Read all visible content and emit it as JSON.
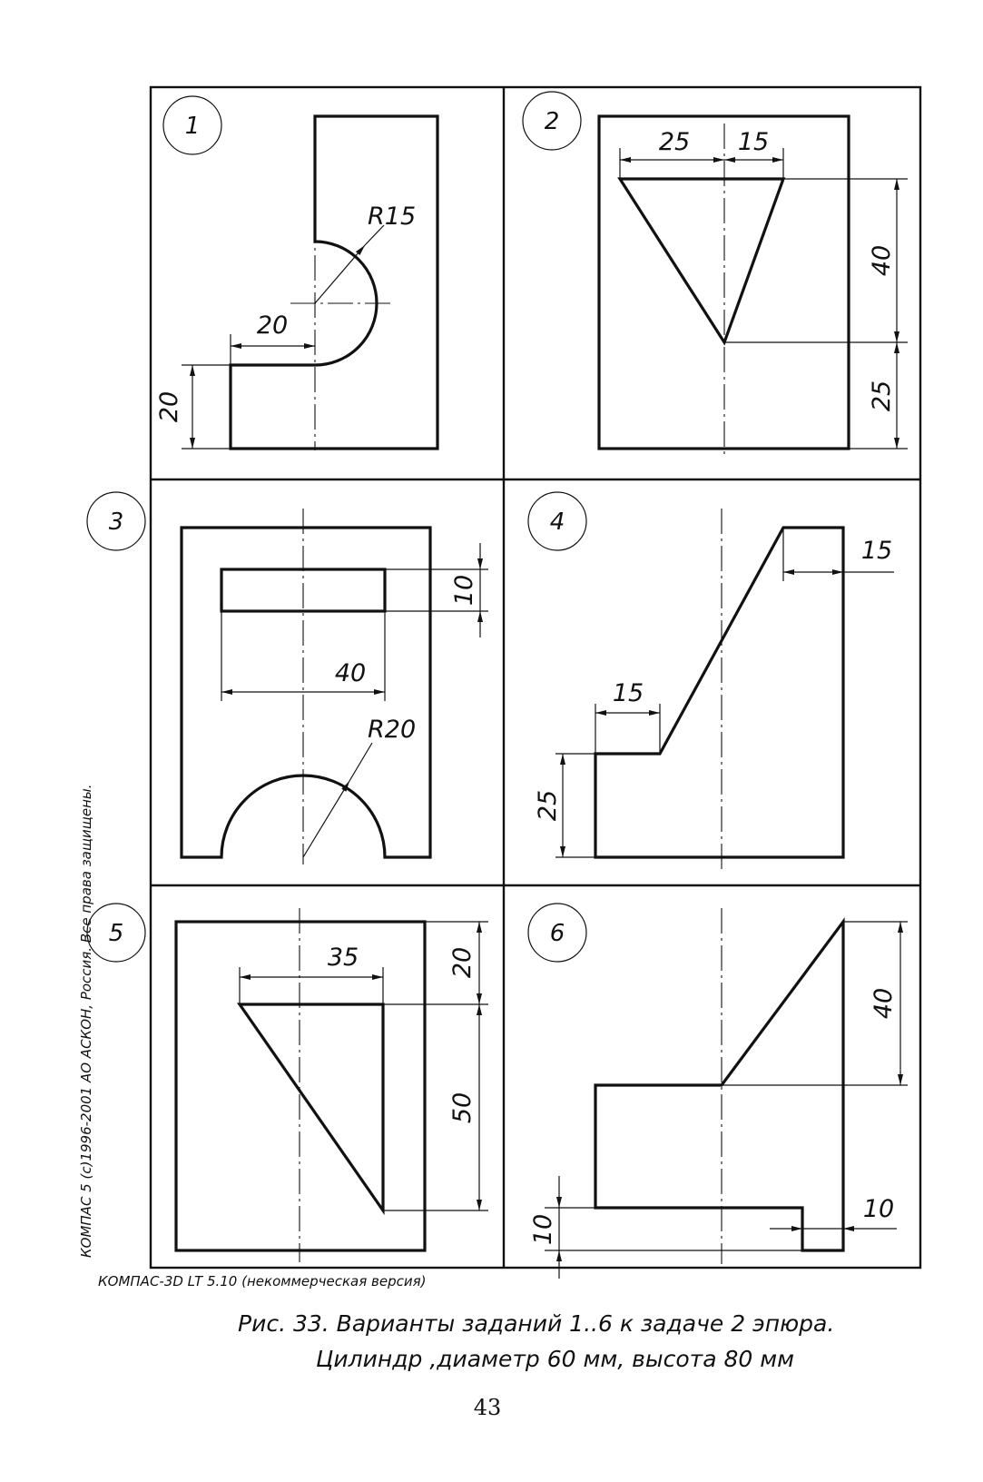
{
  "variants": [
    {
      "number": "1",
      "dims": [
        "R15",
        "20",
        "20"
      ]
    },
    {
      "number": "2",
      "dims": [
        "25",
        "15",
        "40",
        "25"
      ]
    },
    {
      "number": "3",
      "dims": [
        "10",
        "40",
        "R20"
      ]
    },
    {
      "number": "4",
      "dims": [
        "15",
        "15",
        "25"
      ]
    },
    {
      "number": "5",
      "dims": [
        "35",
        "20",
        "50"
      ]
    },
    {
      "number": "6",
      "dims": [
        "40",
        "10",
        "10"
      ]
    }
  ],
  "side_notes": {
    "copyright": "КОМПАС 5 (с)1996-2001 АО АСКОН, Россия. Все права защищены.",
    "version": "КОМПАС-3D LT 5.10 (некоммерческая версия)"
  },
  "caption": {
    "line1": "Рис. 33. Варианты заданий 1..6 к задаче 2 эпюра.",
    "line2": "Цилиндр ,диаметр 60 мм, высота 80 мм"
  },
  "page_number": "43"
}
